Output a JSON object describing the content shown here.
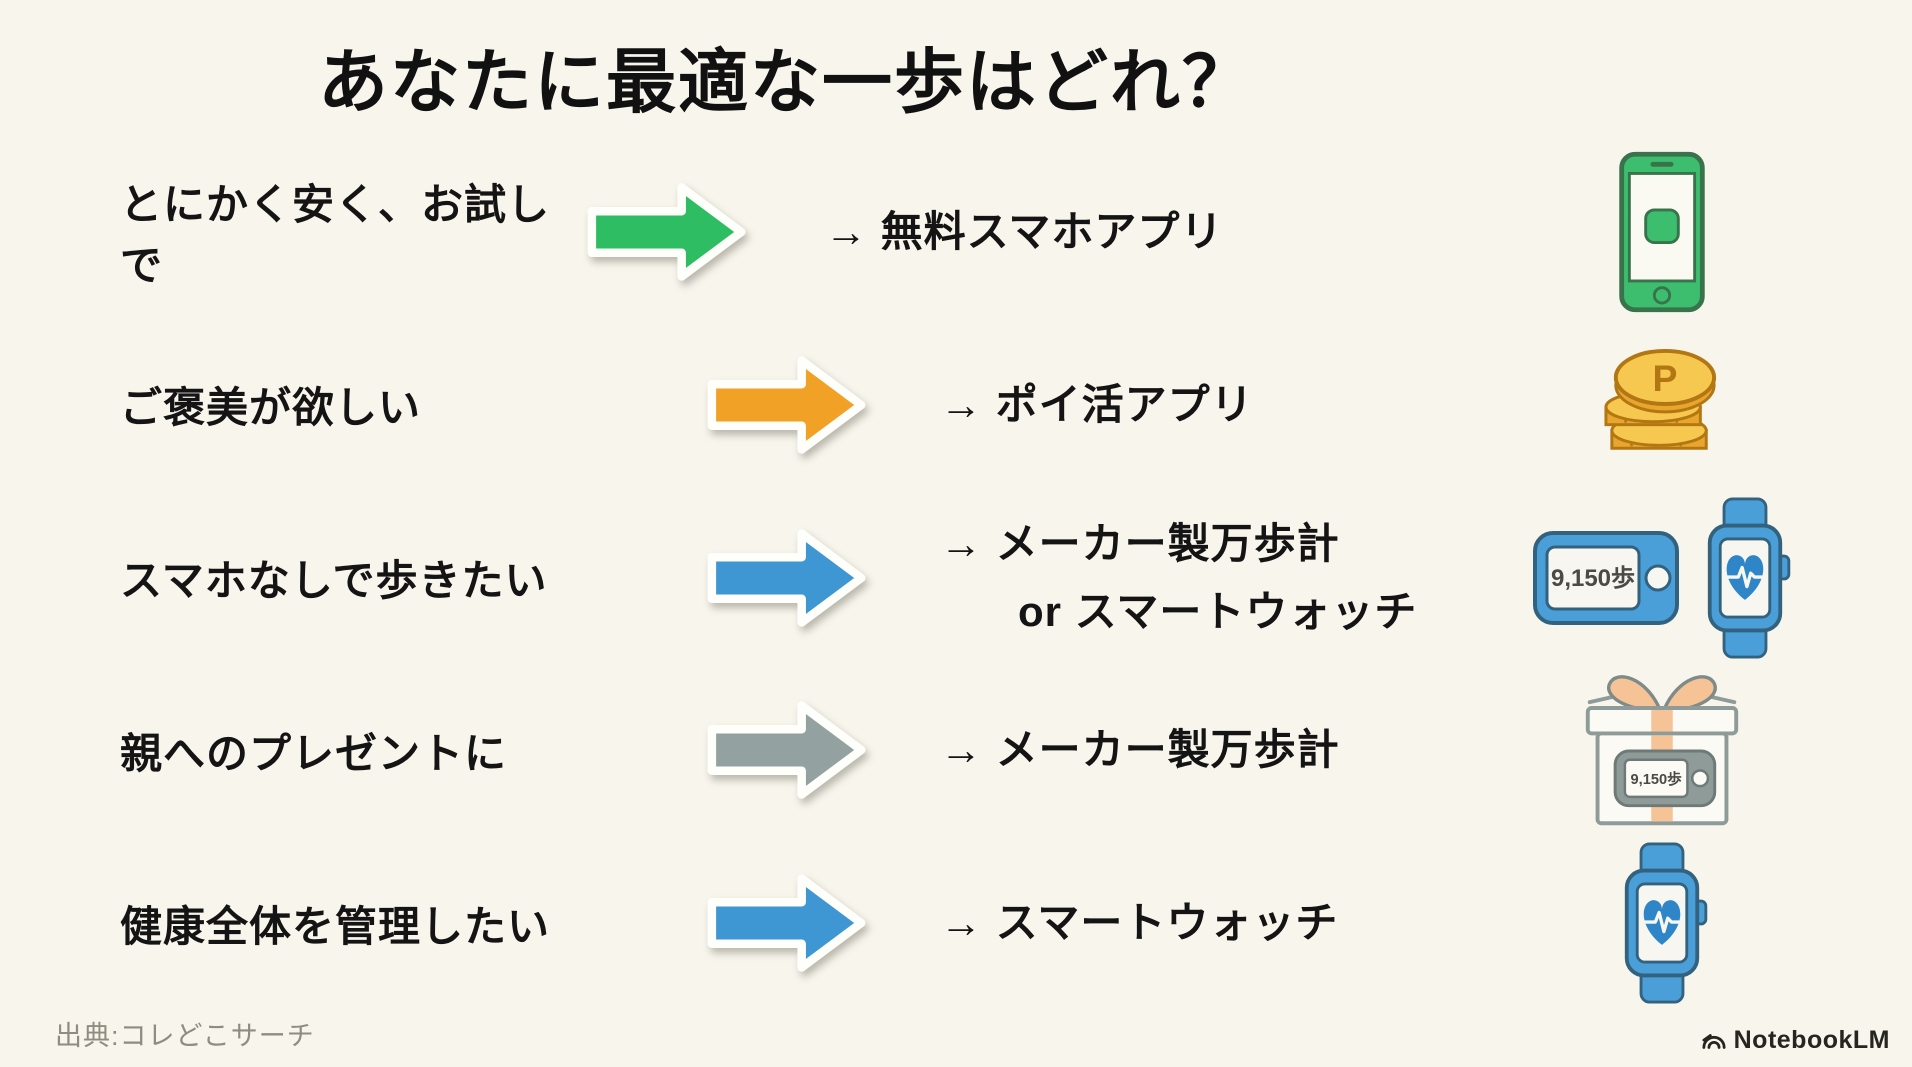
{
  "title": "あなたに最適な一歩はどれ？",
  "rows": [
    {
      "need": "とにかく安く、お試しで",
      "result": "→ 無料スマホアプリ",
      "result2": "",
      "arrow_color": "#2EBD62",
      "icon": "smartphone-icon"
    },
    {
      "need": "ご褒美が欲しい",
      "result": "→ ポイ活アプリ",
      "result2": "",
      "arrow_color": "#F0A126",
      "icon": "point-coins-icon"
    },
    {
      "need": "スマホなしで歩きたい",
      "result": "→ メーカー製万歩計",
      "result2": "or スマートウォッチ",
      "arrow_color": "#3E96D2",
      "icon": "pedometer-and-smartwatch-icon"
    },
    {
      "need": "親へのプレゼントに",
      "result": "→ メーカー製万歩計",
      "result2": "",
      "arrow_color": "#93A2A0",
      "icon": "gift-pedometer-icon"
    },
    {
      "need": "健康全体を管理したい",
      "result": "→ スマートウォッチ",
      "result2": "",
      "arrow_color": "#3E96D2",
      "icon": "smartwatch-icon"
    }
  ],
  "icons": {
    "pedometer_display": "9,150歩",
    "gift_pedometer_display": "9,150歩",
    "coin_letter": "P"
  },
  "footer": {
    "source": "出典:コレどこサーチ",
    "brand": "NotebookLM"
  },
  "colors": {
    "background": "#F8F5EC",
    "green": "#2EBD62",
    "orange": "#F0A126",
    "blue": "#3E96D2",
    "gray": "#93A2A0",
    "text": "#141414"
  }
}
